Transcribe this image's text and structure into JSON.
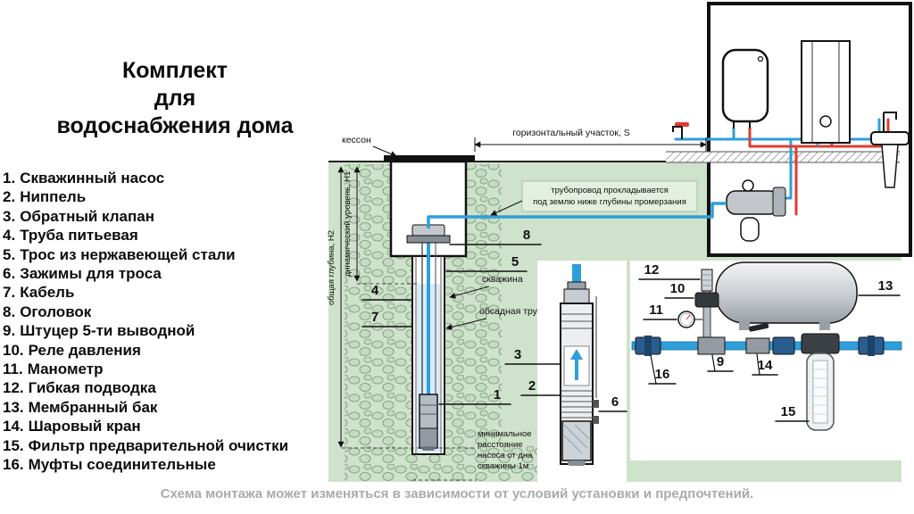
{
  "title": {
    "lines": [
      "Комплект",
      "для",
      "водоснабжения дома"
    ]
  },
  "parts_list": [
    {
      "num": "1.",
      "label": "Скважинный насос"
    },
    {
      "num": "2.",
      "label": "Ниппель"
    },
    {
      "num": "3.",
      "label": "Обратный клапан"
    },
    {
      "num": "4.",
      "label": "Труба питьевая"
    },
    {
      "num": "5.",
      "label": "Трос из нержавеющей стали"
    },
    {
      "num": "6.",
      "label": "Зажимы для троса"
    },
    {
      "num": "7.",
      "label": "Кабель"
    },
    {
      "num": "8.",
      "label": "Оголовок"
    },
    {
      "num": "9.",
      "label": "Штуцер 5-ти выводной"
    },
    {
      "num": "10.",
      "label": "Реле давления"
    },
    {
      "num": "11.",
      "label": "Манометр"
    },
    {
      "num": "12.",
      "label": "Гибкая подводка"
    },
    {
      "num": "13.",
      "label": "Мембранный бак"
    },
    {
      "num": "14.",
      "label": "Шаровый кран"
    },
    {
      "num": "15.",
      "label": "Фильтр предварительной очистки"
    },
    {
      "num": "16.",
      "label": "Муфты соединительные"
    }
  ],
  "diagram": {
    "labels": {
      "kesson": "кессон",
      "horizontal_section": "горизонтальный участок, S",
      "pipeline_note_1": "трубопровод прокладывается",
      "pipeline_note_2": "под землю ниже глубины промерзания",
      "total_depth": "общая глубина, Н2",
      "dynamic_level": "динамический уровень, Н1",
      "borehole": "скважина",
      "casing": "обсадная труба",
      "min_distance_1": "минимальное",
      "min_distance_2": "расстояние",
      "min_distance_3": "насоса от дна",
      "min_distance_4": "скважины 1м"
    },
    "callouts": {
      "c1": "1",
      "c2": "2",
      "c3": "3",
      "c4": "4",
      "c5": "5",
      "c6": "6",
      "c7": "7",
      "c8": "8",
      "c9": "9",
      "c10": "10",
      "c11": "11",
      "c12": "12",
      "c13": "13",
      "c14": "14",
      "c15": "15",
      "c16": "16"
    }
  },
  "footer": "Схема монтажа может изменяться в зависимости от условий установки и предпочтений.",
  "colors": {
    "ground_green": "#cfe2cb",
    "stone_fill": "#c6dcc2",
    "stone_outline": "#84a383",
    "pipe_blue": "#2e9fd9",
    "pipe_red": "#e03c31",
    "note_bg": "#e3efdf",
    "footer_gray": "#a8aaad"
  }
}
